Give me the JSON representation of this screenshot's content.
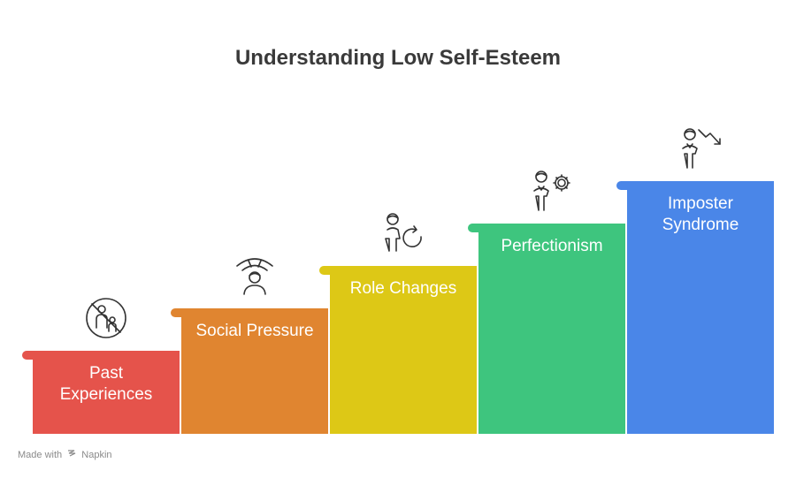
{
  "title": "Understanding Low Self-Esteem",
  "steps": [
    {
      "label": "Past\nExperiences",
      "color": "#e5534b",
      "icon": "no-child-icon"
    },
    {
      "label": "Social Pressure",
      "color": "#e08530",
      "icon": "person-broadcast-icon"
    },
    {
      "label": "Role Changes",
      "color": "#ddc816",
      "icon": "person-refresh-icon"
    },
    {
      "label": "Perfectionism",
      "color": "#3ec57e",
      "icon": "person-gear-icon"
    },
    {
      "label": "Imposter\nSyndrome",
      "color": "#4a86e8",
      "icon": "person-decline-icon"
    }
  ],
  "credit": {
    "prefix": "Made with",
    "brand": "Napkin"
  }
}
